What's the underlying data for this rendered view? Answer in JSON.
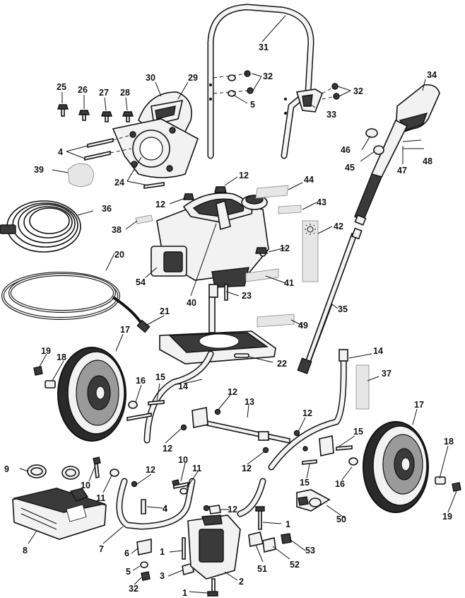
{
  "callouts": [
    {
      "id": "c31",
      "text": "31"
    },
    {
      "id": "c32a",
      "text": "32"
    },
    {
      "id": "c32b",
      "text": "32"
    },
    {
      "id": "c32c",
      "text": "32"
    },
    {
      "id": "c5a",
      "text": "5"
    },
    {
      "id": "c5b",
      "text": "5"
    },
    {
      "id": "c33",
      "text": "33"
    },
    {
      "id": "c34",
      "text": "34"
    },
    {
      "id": "c25",
      "text": "25"
    },
    {
      "id": "c26",
      "text": "26"
    },
    {
      "id": "c27",
      "text": "27"
    },
    {
      "id": "c28",
      "text": "28"
    },
    {
      "id": "c30",
      "text": "30"
    },
    {
      "id": "c29",
      "text": "29"
    },
    {
      "id": "c4a",
      "text": "4"
    },
    {
      "id": "c4b",
      "text": "4"
    },
    {
      "id": "c39",
      "text": "39"
    },
    {
      "id": "c24",
      "text": "24"
    },
    {
      "id": "c12a",
      "text": "12"
    },
    {
      "id": "c12b",
      "text": "12"
    },
    {
      "id": "c12c",
      "text": "12"
    },
    {
      "id": "c12d",
      "text": "12"
    },
    {
      "id": "c12e",
      "text": "12"
    },
    {
      "id": "c12f",
      "text": "12"
    },
    {
      "id": "c12g",
      "text": "12"
    },
    {
      "id": "c12h",
      "text": "12"
    },
    {
      "id": "c12i",
      "text": "12"
    },
    {
      "id": "c44",
      "text": "44"
    },
    {
      "id": "c43",
      "text": "43"
    },
    {
      "id": "c42",
      "text": "42"
    },
    {
      "id": "c46",
      "text": "46"
    },
    {
      "id": "c45",
      "text": "45"
    },
    {
      "id": "c47",
      "text": "47"
    },
    {
      "id": "c48",
      "text": "48"
    },
    {
      "id": "c36",
      "text": "36"
    },
    {
      "id": "c38",
      "text": "38"
    },
    {
      "id": "c20",
      "text": "20"
    },
    {
      "id": "c54",
      "text": "54"
    },
    {
      "id": "c40",
      "text": "40"
    },
    {
      "id": "c41",
      "text": "41"
    },
    {
      "id": "c23",
      "text": "23"
    },
    {
      "id": "c21",
      "text": "21"
    },
    {
      "id": "c35",
      "text": "35"
    },
    {
      "id": "c49",
      "text": "49"
    },
    {
      "id": "c17a",
      "text": "17"
    },
    {
      "id": "c17b",
      "text": "17"
    },
    {
      "id": "c19a",
      "text": "19"
    },
    {
      "id": "c19b",
      "text": "19"
    },
    {
      "id": "c18a",
      "text": "18"
    },
    {
      "id": "c18b",
      "text": "18"
    },
    {
      "id": "c22",
      "text": "22"
    },
    {
      "id": "c14a",
      "text": "14"
    },
    {
      "id": "c14b",
      "text": "14"
    },
    {
      "id": "c37",
      "text": "37"
    },
    {
      "id": "c16a",
      "text": "16"
    },
    {
      "id": "c16b",
      "text": "16"
    },
    {
      "id": "c15a",
      "text": "15"
    },
    {
      "id": "c15b",
      "text": "15"
    },
    {
      "id": "c15c",
      "text": "15"
    },
    {
      "id": "c13",
      "text": "13"
    },
    {
      "id": "c9",
      "text": "9"
    },
    {
      "id": "c10a",
      "text": "10"
    },
    {
      "id": "c10b",
      "text": "10"
    },
    {
      "id": "c11a",
      "text": "11"
    },
    {
      "id": "c11b",
      "text": "11"
    },
    {
      "id": "c4c",
      "text": "4"
    },
    {
      "id": "c8",
      "text": "8"
    },
    {
      "id": "c7",
      "text": "7"
    },
    {
      "id": "c6",
      "text": "6"
    },
    {
      "id": "c1a",
      "text": "1"
    },
    {
      "id": "c1b",
      "text": "1"
    },
    {
      "id": "c1c",
      "text": "1"
    },
    {
      "id": "c3",
      "text": "3"
    },
    {
      "id": "c2",
      "text": "2"
    },
    {
      "id": "c51",
      "text": "51"
    },
    {
      "id": "c52",
      "text": "52"
    },
    {
      "id": "c53",
      "text": "53"
    },
    {
      "id": "c50",
      "text": "50"
    }
  ],
  "colors": {
    "line": "#111111",
    "fill": "#f2f2f2",
    "dark": "#3a3a3a",
    "background": "#ffffff"
  },
  "icons": [
    "sun-icon",
    "hex-bolt-icon",
    "wheel-icon",
    "nozzle-icon"
  ]
}
